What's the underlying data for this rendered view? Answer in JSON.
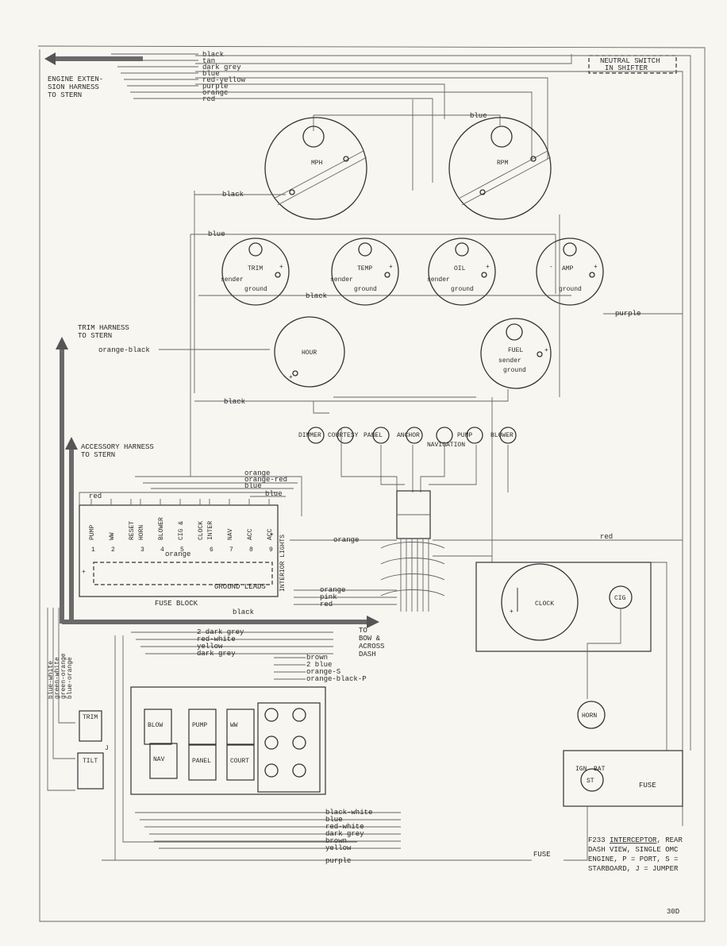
{
  "harness": {
    "engine": "ENGINE EXTEN-\nSION HARNESS\nTO STERN",
    "trim": "TRIM HARNESS\nTO STERN",
    "accessory": "ACCESSORY HARNESS\nTO STERN",
    "bow": "TO\nBOW &\nACROSS\nDASH"
  },
  "engine_wires": [
    "black",
    "tan",
    "dark grey",
    "blue",
    "red-yellow",
    "purple",
    "orange",
    "red"
  ],
  "neutral_switch": "NEUTRAL SWITCH\nIN SHIFTER",
  "gauges": {
    "mph": "MPH",
    "rpm": "RPM",
    "trim": "TRIM",
    "temp": "TEMP",
    "oil": "OIL",
    "amp": "AMP",
    "hour": "HOUR",
    "fuel": "FUEL",
    "clock": "CLOCK"
  },
  "gauge_terms": {
    "sender": "sender",
    "ground": "ground",
    "plus": "+",
    "minus": "-"
  },
  "wire_labels": {
    "blue_top": "blue",
    "black_mph": "black",
    "blue_left": "blue",
    "black_ground": "black",
    "purple_amp": "purple",
    "orange_black": "orange-black",
    "black_hour": "black",
    "red_fuse": "red",
    "orange_bus": "orange",
    "orange_fb": "orange",
    "red_cig": "red",
    "ground_leads": "GROUND LEADS",
    "black_fb": "black",
    "purple_bottom": "purple"
  },
  "lights": [
    "DIMMER",
    "COURTESY",
    "PANEL",
    "ANCHOR",
    "NAVIGATION",
    "PUMP",
    "BLOWER"
  ],
  "fuse_top_wires": [
    "orange",
    "orange-red",
    "blue",
    "blue"
  ],
  "fuse_block": {
    "label": "FUSE BLOCK",
    "slots": [
      {
        "name": "PUMP",
        "num": "1"
      },
      {
        "name": "WW",
        "num": "2"
      },
      {
        "name": "RESET",
        "num": ""
      },
      {
        "name": "HORN",
        "num": "3"
      },
      {
        "name": "BLOWER",
        "num": "4"
      },
      {
        "name": "CIG &",
        "num": "5"
      },
      {
        "name": "CLOCK",
        "num": ""
      },
      {
        "name": "INTER",
        "num": "6"
      },
      {
        "name": "NAV",
        "num": "7"
      },
      {
        "name": "ACC",
        "num": "8"
      },
      {
        "name": "ACC",
        "num": "9"
      }
    ],
    "interior": "INTERIOR LIGHTS",
    "red": "red"
  },
  "bus_right": [
    "orange",
    "pink",
    "red"
  ],
  "bus_left_wires": [
    "2 dark grey",
    "red-white",
    "yellow",
    "dark grey"
  ],
  "bus_right_wires": [
    "brown",
    "2 blue",
    "orange-S",
    "orange-black-P"
  ],
  "harness_side": [
    "blue-white",
    "green-white",
    "green-orange",
    "blue-orange"
  ],
  "switches": [
    "TRIM",
    "TILT",
    "BLOW",
    "NAV",
    "PUMP",
    "PANEL",
    "WW",
    "COURT"
  ],
  "jumper": "J",
  "bottom_wires": [
    "black-white",
    "blue",
    "red-white",
    "dark grey",
    "brown",
    "yellow"
  ],
  "horn": "HORN",
  "cig": "CIG",
  "ign": {
    "ign": "IGN",
    "bat": "BAT",
    "st": "ST"
  },
  "fuse": "FUSE",
  "caption": {
    "line1": "F233 ",
    "model": "INTERCEPTOR",
    "line1b": ", REAR",
    "line2": "DASH VIEW, SINGLE OMC",
    "line3": "ENGINE, P = PORT, S =",
    "line4": "STARBOARD, J = JUMPER"
  },
  "page_number": "30D"
}
